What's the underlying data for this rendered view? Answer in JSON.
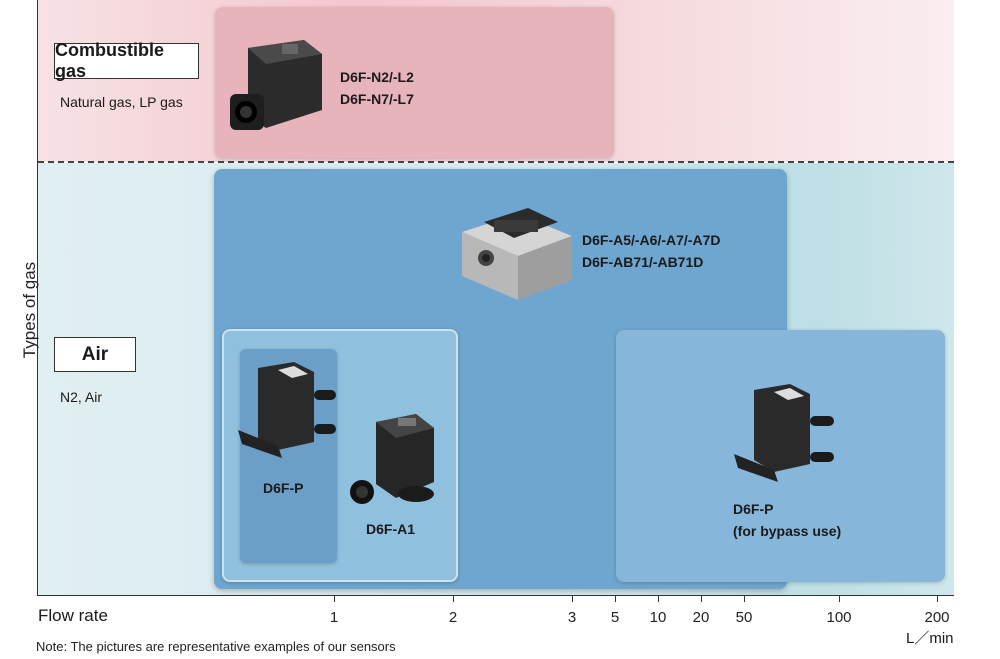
{
  "axes": {
    "y_label": "Types of gas",
    "x_label": "Flow rate",
    "x_ticks": [
      "1",
      "2",
      "3",
      "5",
      "10",
      "20",
      "50",
      "100",
      "200"
    ],
    "x_unit": "L／min"
  },
  "categories": [
    {
      "name": "Combustible gas",
      "examples": "Natural gas, LP gas"
    },
    {
      "name": "Air",
      "examples": "N2, Air"
    }
  ],
  "products": {
    "gas": {
      "line1": "D6F-N2/-L2",
      "line2": "D6F-N7/-L7"
    },
    "air_high": {
      "line1": "D6F-A5/-A6/-A7/-A7D",
      "line2": "D6F-AB71/-AB71D"
    },
    "air_p": {
      "label": "D6F-P"
    },
    "air_a1": {
      "label": "D6F-A1"
    },
    "bypass": {
      "line1": "D6F-P",
      "line2": "(for bypass use)"
    }
  },
  "note": "Note: The pictures are representative examples of our sensors",
  "colors": {
    "combustible_box": "#e8b4bb",
    "air_box": "#6fa6cf",
    "bypass_box": "#86b7da"
  }
}
